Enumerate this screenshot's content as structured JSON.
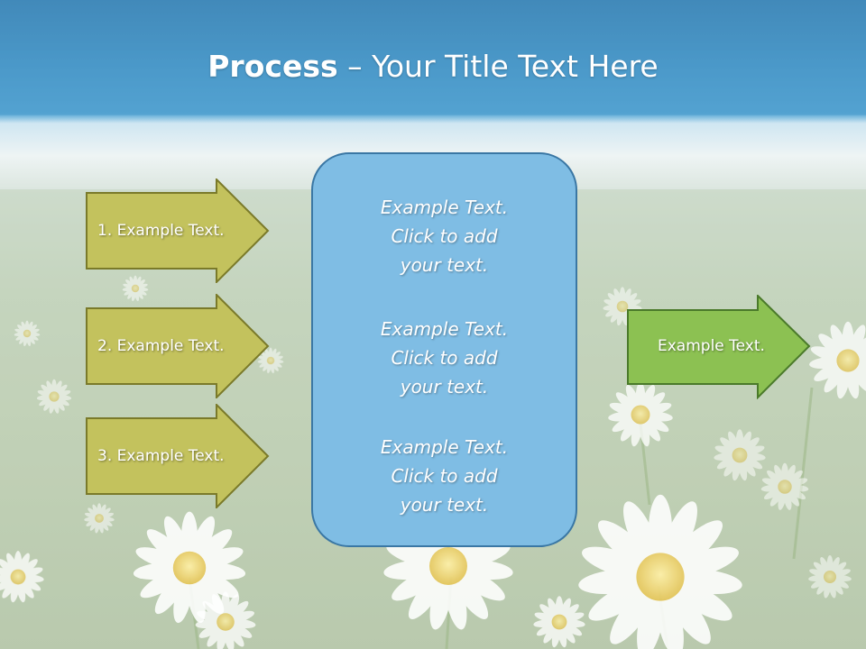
{
  "title": {
    "bold_part": "Process",
    "rest_part": " – Your Title Text Here"
  },
  "inputs": [
    {
      "label": "1. Example Text."
    },
    {
      "label": "2. Example Text."
    },
    {
      "label": "3. Example Text."
    }
  ],
  "center_box": {
    "paragraphs": [
      "Example Text.\nClick  to add\nyour text.",
      "Example Text.\nClick  to add\nyour text.",
      "Example Text.\nClick  to add\nyour text."
    ]
  },
  "output": {
    "label": "Example Text."
  },
  "colors": {
    "sky_top": "#3d86b5",
    "title_band": "#55a3d2",
    "input_arrow_fill": "#c3c25d",
    "input_arrow_stroke": "#7a7a2a",
    "center_fill": "#7fbde4",
    "center_stroke": "#3a77a4",
    "output_arrow_fill": "#8cc152",
    "output_arrow_stroke": "#4a7a2a"
  }
}
